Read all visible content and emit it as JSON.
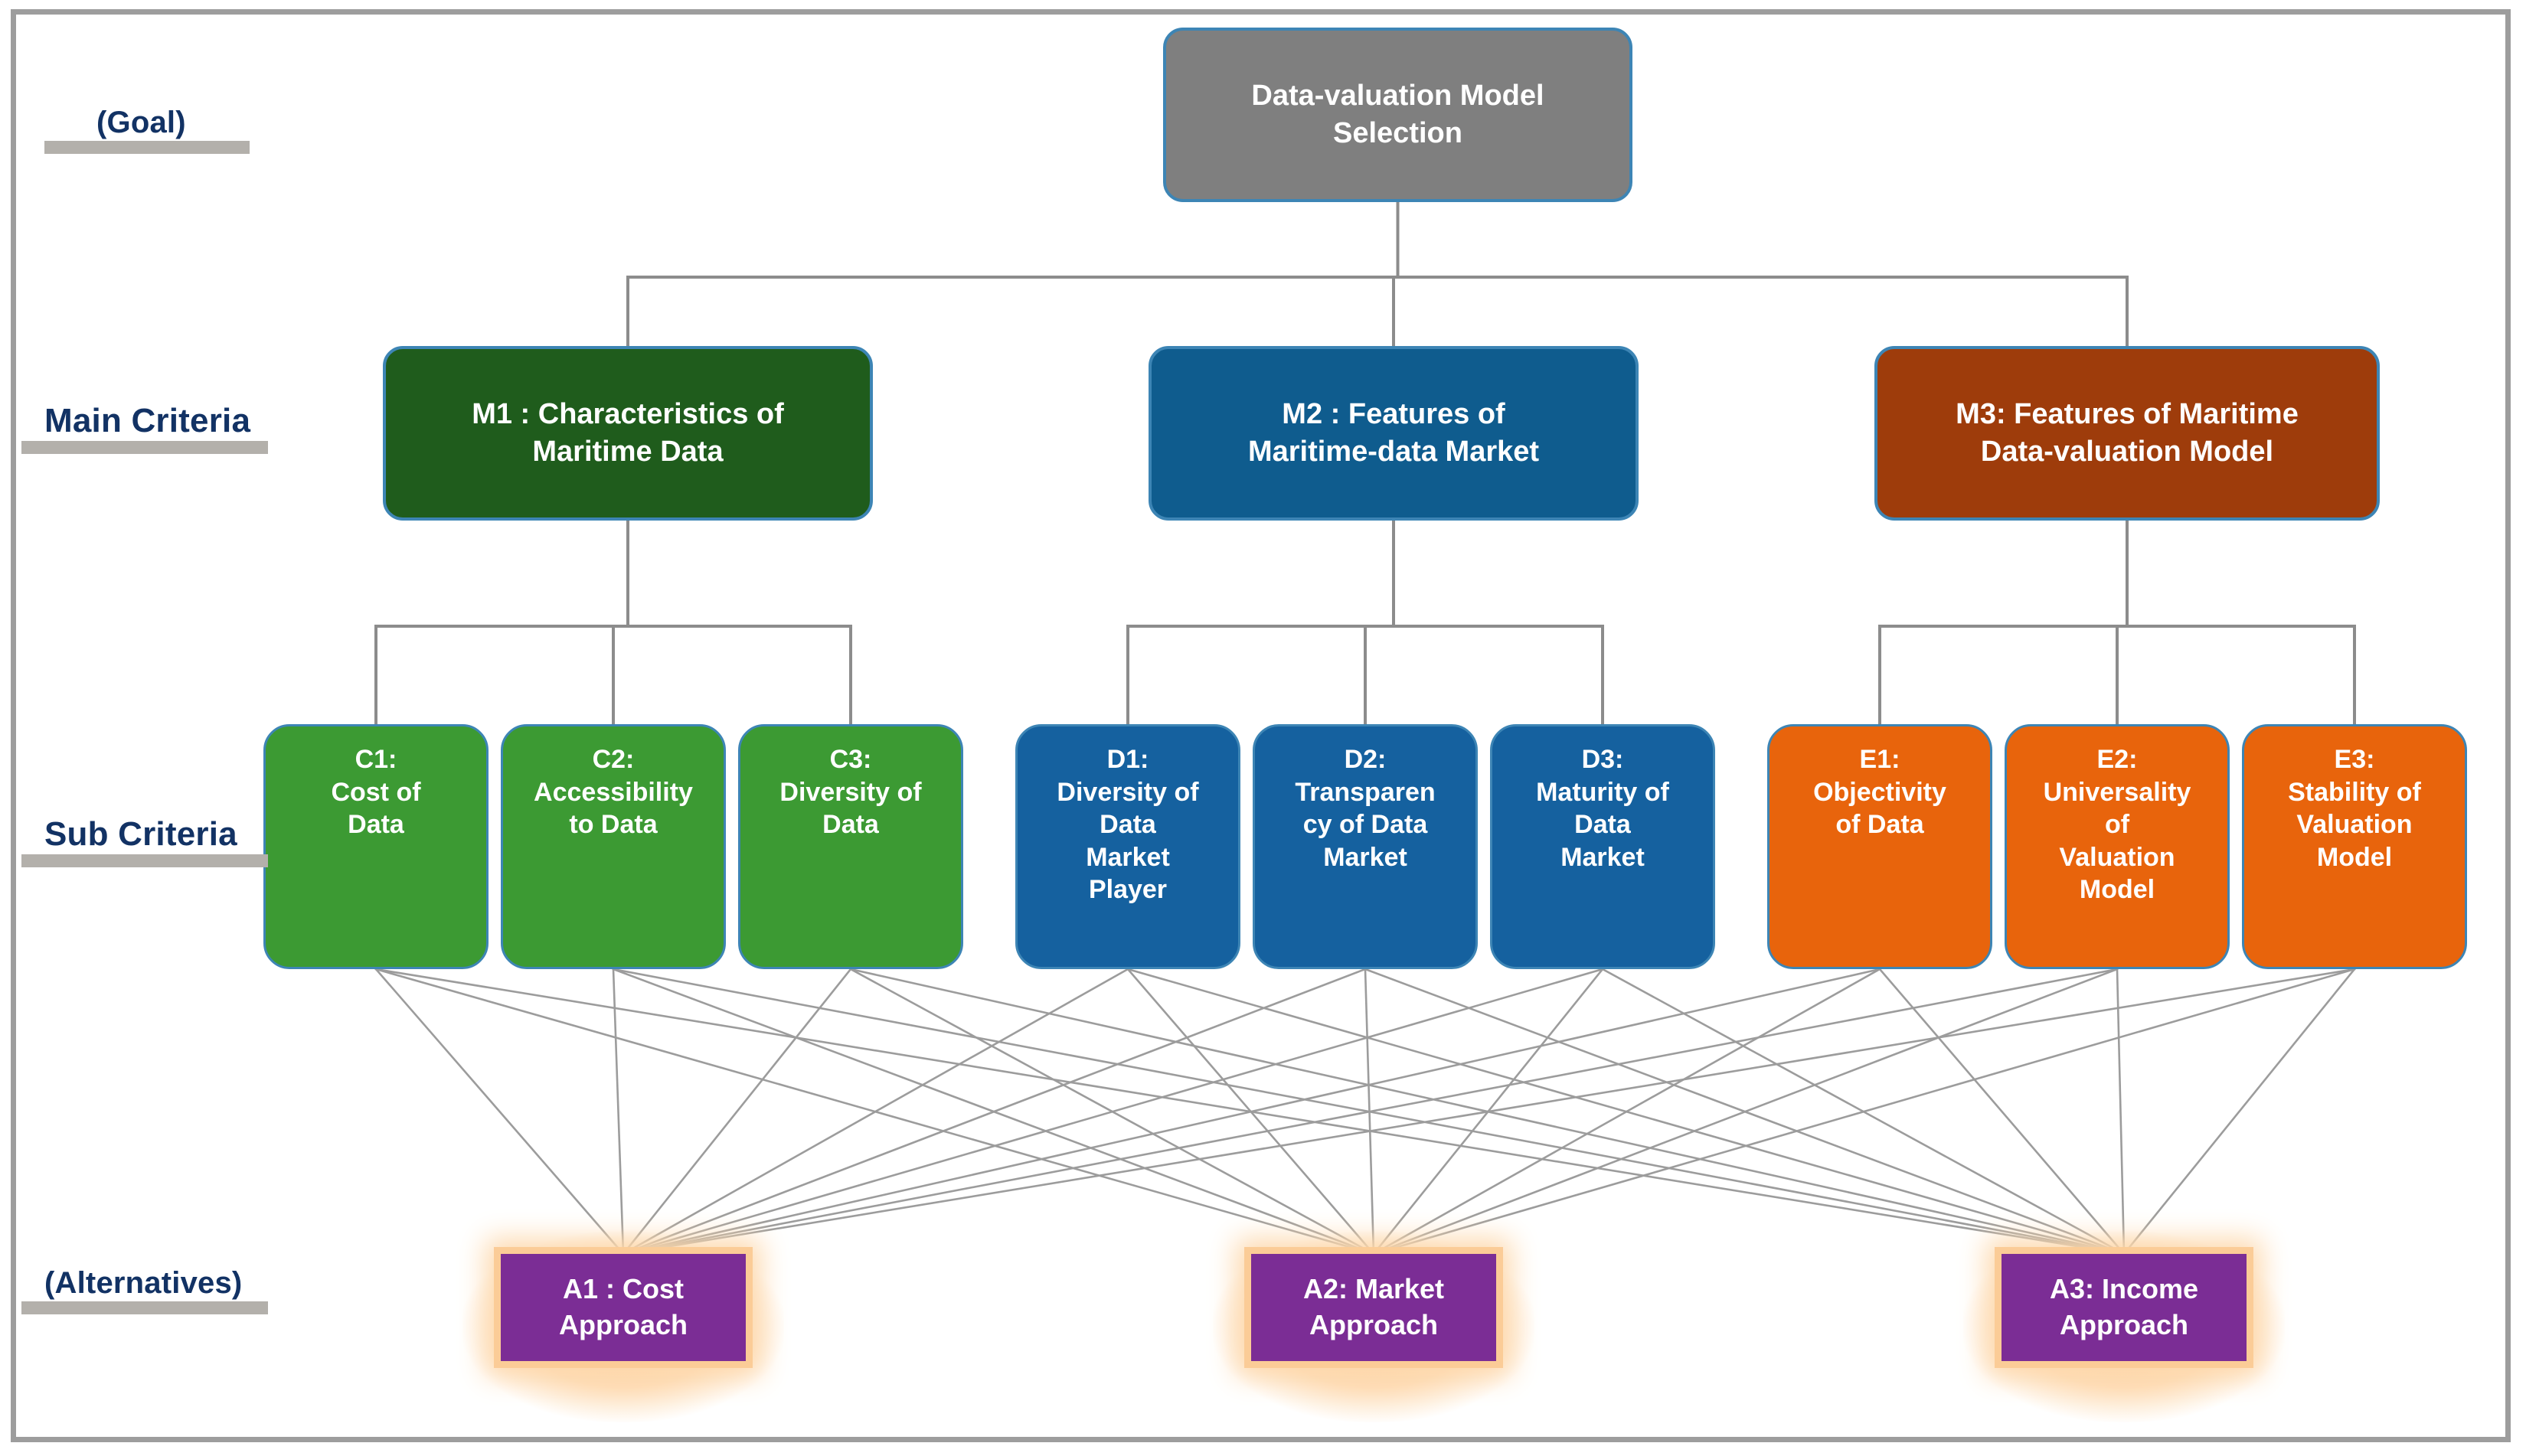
{
  "diagram": {
    "title": "AHP hierarchy for maritime data-valuation model selection",
    "colors": {
      "frame": "#9d9d9d",
      "node_border": "#3d85b5",
      "goal_fill": "#7f7f7f",
      "m1_fill": "#1f5c1c",
      "m2_fill": "#0f5c8e",
      "m3_fill": "#9e3c0b",
      "sub_c_fill": "#3c9a33",
      "sub_d_fill": "#15619f",
      "sub_e_fill": "#e8640c",
      "alternative_fill": "#7b2d95",
      "alternative_glow": "#fbcc97",
      "connector": "#8c8c8c",
      "label_text": "#123264",
      "label_rule": "#b3b0ab"
    }
  },
  "levels": [
    {
      "id": "goal",
      "label": "(Goal)"
    },
    {
      "id": "main",
      "label": "Main Criteria"
    },
    {
      "id": "sub",
      "label": "Sub Criteria"
    },
    {
      "id": "alternatives",
      "label": "(Alternatives)"
    }
  ],
  "goal": {
    "id": "GOAL",
    "line1": "Data-valuation Model",
    "line2": "Selection"
  },
  "main_criteria": [
    {
      "id": "M1",
      "line1": "M1 : Characteristics of",
      "line2": "Maritime Data"
    },
    {
      "id": "M2",
      "line1": "M2 : Features of",
      "line2": "Maritime-data Market"
    },
    {
      "id": "M3",
      "line1": "M3: Features of Maritime",
      "line2": "Data-valuation Model"
    }
  ],
  "sub_criteria": [
    {
      "id": "C1",
      "group": "C",
      "parent": "M1",
      "code": "C1:",
      "lines": [
        "Cost of",
        "Data"
      ]
    },
    {
      "id": "C2",
      "group": "C",
      "parent": "M1",
      "code": "C2:",
      "lines": [
        "Accessibility",
        "to Data"
      ]
    },
    {
      "id": "C3",
      "group": "C",
      "parent": "M1",
      "code": "C3:",
      "lines": [
        "Diversity of",
        "Data"
      ]
    },
    {
      "id": "D1",
      "group": "D",
      "parent": "M2",
      "code": "D1:",
      "lines": [
        "Diversity of",
        "Data",
        "Market",
        "Player"
      ]
    },
    {
      "id": "D2",
      "group": "D",
      "parent": "M2",
      "code": "D2:",
      "lines": [
        "Transparen",
        "cy of Data",
        "Market"
      ]
    },
    {
      "id": "D3",
      "group": "D",
      "parent": "M2",
      "code": "D3:",
      "lines": [
        "Maturity of",
        "Data",
        "Market"
      ]
    },
    {
      "id": "E1",
      "group": "E",
      "parent": "M3",
      "code": "E1:",
      "lines": [
        "Objectivity",
        "of Data"
      ]
    },
    {
      "id": "E2",
      "group": "E",
      "parent": "M3",
      "code": "E2:",
      "lines": [
        "Universality",
        "of",
        "Valuation",
        "Model"
      ]
    },
    {
      "id": "E3",
      "group": "E",
      "parent": "M3",
      "code": "E3:",
      "lines": [
        "Stability of",
        "Valuation",
        "Model"
      ]
    }
  ],
  "alternatives": [
    {
      "id": "A1",
      "line1": "A1 : Cost",
      "line2": "Approach"
    },
    {
      "id": "A2",
      "line1": "A2: Market",
      "line2": "Approach"
    },
    {
      "id": "A3",
      "line1": "A3: Income",
      "line2": "Approach"
    }
  ],
  "connections": {
    "goal_to_main": [
      "M1",
      "M2",
      "M3"
    ],
    "main_to_sub": {
      "M1": [
        "C1",
        "C2",
        "C3"
      ],
      "M2": [
        "D1",
        "D2",
        "D3"
      ],
      "M3": [
        "E1",
        "E2",
        "E3"
      ]
    },
    "sub_to_alternatives_complete_bipartite": true,
    "sub_to_alternatives_count": 27
  }
}
